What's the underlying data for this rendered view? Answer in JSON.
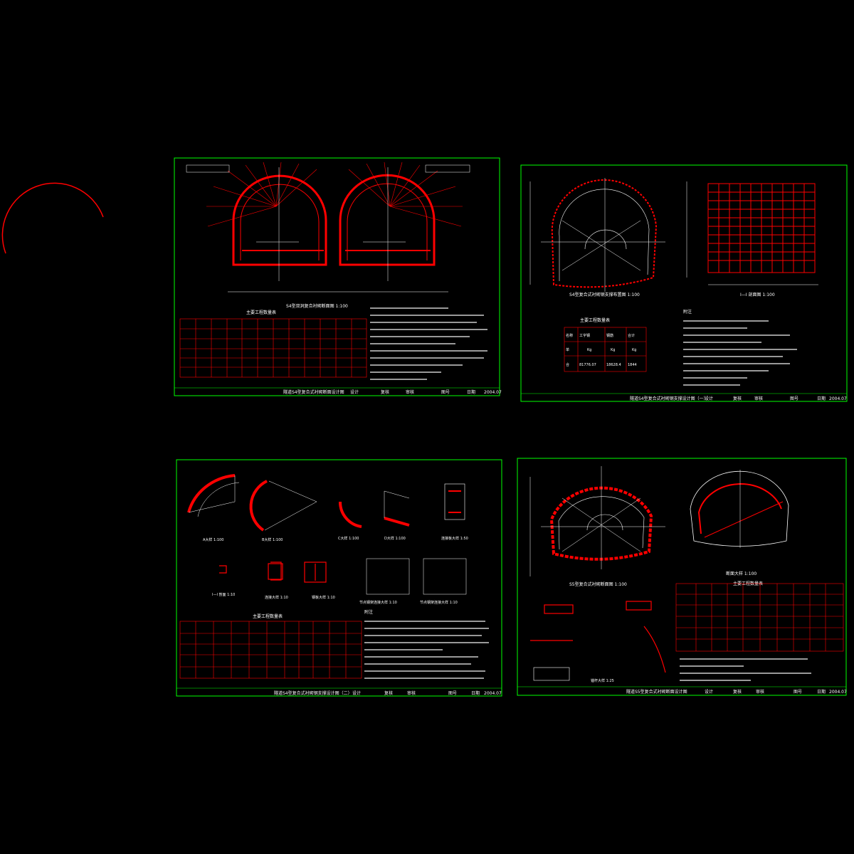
{
  "sheets": [
    {
      "id": "s4-type-tunnel",
      "drawing_caption": "S4型双洞复合衬砌断面图 1:100",
      "table_title": "主要工程数量表",
      "title_block": {
        "title": "隧道S4型复合式衬砌断面设计图",
        "design": "设计",
        "check": "复核",
        "review": "审核",
        "drawing_no": "图号",
        "date_label": "日期",
        "date": "2004.07"
      }
    },
    {
      "id": "s4-steel-support-1",
      "drawing_caption": "S4型复合式衬砌钢支撑布置图 1:100",
      "drawing_caption_2": "I—I 剖面图 1:100",
      "table_title": "主要工程数量表",
      "table_rows": [
        [
          "名称",
          "工字钢",
          "钢筋",
          "合计"
        ],
        [
          "单",
          "Kg",
          "Kg",
          "Kg"
        ],
        [
          "合",
          "81776.07",
          "18628.4",
          "1844"
        ]
      ],
      "notes_title": "附注",
      "title_block": {
        "title": "隧道S4型复合式衬砌钢支撑设计图（一）",
        "design": "设计",
        "check": "复核",
        "review": "审核",
        "drawing_no": "图号",
        "date_label": "日期",
        "date": "2004.07"
      }
    },
    {
      "id": "s4-steel-support-2",
      "details": [
        "A大样 1:100",
        "B大样 1:100",
        "C大样 1:100",
        "D大样 1:100",
        "连接板大样 1:50"
      ],
      "section_details": [
        "I—I 剖面 1:10",
        "连接大样 1:10",
        "钢板大样 1:10"
      ],
      "connection_details": [
        "节点钢架连接大样 1:10",
        "节点钢架连接大样 1:10"
      ],
      "table_title": "主要工程数量表",
      "notes_title": "附注",
      "title_block": {
        "title": "隧道S4型复合式衬砌钢支撑设计图（二）",
        "design": "设计",
        "check": "复核",
        "review": "审核",
        "drawing_no": "图号",
        "date_label": "日期",
        "date": "2004.07"
      }
    },
    {
      "id": "s5-type-tunnel",
      "drawing_caption": "S5型复合式衬砌断面图 1:100",
      "drawing_caption_2": "断面大样 1:100",
      "table_title": "主要工程数量表",
      "detail_caption": "锚杆大样 1:25",
      "title_block": {
        "title": "隧道S5型复合式衬砌断面设计图",
        "design": "设计",
        "check": "复核",
        "review": "审核",
        "drawing_no": "图号",
        "date_label": "日期",
        "date": "2004.07"
      }
    }
  ],
  "colors": {
    "background": "#000000",
    "frame": "#00ff00",
    "lining": "#ff0000",
    "text": "#ffffff",
    "dim": "#00ffff",
    "accent": "#ffff00"
  }
}
